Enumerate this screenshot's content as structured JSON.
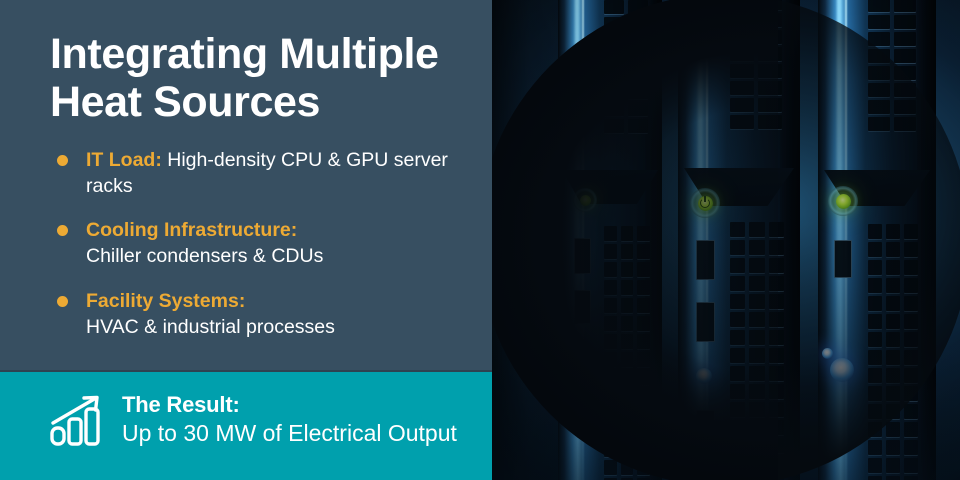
{
  "slide": {
    "headline": "Integrating Multiple Heat Sources",
    "headline_line1": "Integrating Multiple",
    "headline_line2": "Heat Sources"
  },
  "bullets": [
    {
      "lead": "IT Load:",
      "rest": " High-density CPU & GPU server racks",
      "bullet_icon": "orange-dot-icon"
    },
    {
      "lead": "Cooling Infrastructure:",
      "rest": "Chiller condensers & CDUs",
      "bullet_icon": "orange-dot-icon"
    },
    {
      "lead": "Facility Systems:",
      "rest": "HVAC & industrial processes",
      "bullet_icon": "orange-dot-icon"
    }
  ],
  "result_banner": {
    "icon": "bar-chart-growth-icon",
    "label": "The Result:",
    "value": "Up to 30 MW of Electrical Output"
  },
  "photo": {
    "alt": "Close-up of blue-lit data center server racks with green power indicator LEDs",
    "subject": "server-racks-photo"
  },
  "colors": {
    "panel_dark": "#374f61",
    "panel_teal": "#00a0ad",
    "accent_orange": "#edaa34",
    "text_white": "#ffffff",
    "photo_blue": "#3ca0e1",
    "led_green": "#b9ec3a"
  }
}
